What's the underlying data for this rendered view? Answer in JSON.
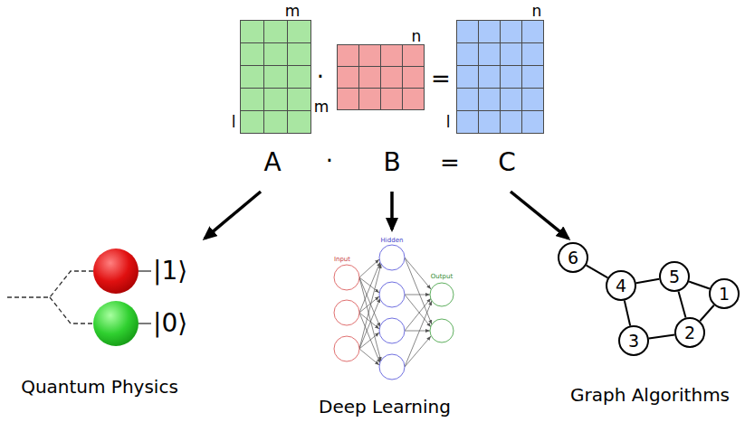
{
  "diagram": {
    "nodes": [
      {
        "text": [
          "m",
          "l",
          "A"
        ]
      },
      {
        "text": [
          "n",
          "m",
          "B"
        ]
      },
      {
        "text": [
          "n",
          "l",
          "C"
        ]
      },
      {
        "text": [
          "|1⟩"
        ]
      },
      {
        "text": [
          "|0⟩"
        ]
      },
      {
        "text": [
          "6"
        ]
      },
      {
        "text": [
          "4"
        ]
      },
      {
        "text": [
          "5"
        ]
      },
      {
        "text": [
          "1"
        ]
      },
      {
        "text": [
          "3"
        ]
      },
      {
        "text": [
          "2"
        ]
      }
    ],
    "edges": [
      {
        "from": 5,
        "to": 6,
        "arrow": "none"
      },
      {
        "from": 6,
        "to": 7,
        "arrow": "none"
      },
      {
        "from": 6,
        "to": 9,
        "arrow": "none"
      },
      {
        "from": 7,
        "to": 8,
        "arrow": "none"
      },
      {
        "from": 7,
        "to": 10,
        "arrow": "none"
      },
      {
        "from": 8,
        "to": 10,
        "arrow": "none"
      },
      {
        "from": 9,
        "to": 10,
        "arrow": "none"
      }
    ],
    "labels": [
      "·",
      "=",
      "·",
      "=",
      "Input",
      "Hidden",
      "Output",
      "Quantum Physics",
      "Deep Learning",
      "Graph Algorithms"
    ]
  }
}
